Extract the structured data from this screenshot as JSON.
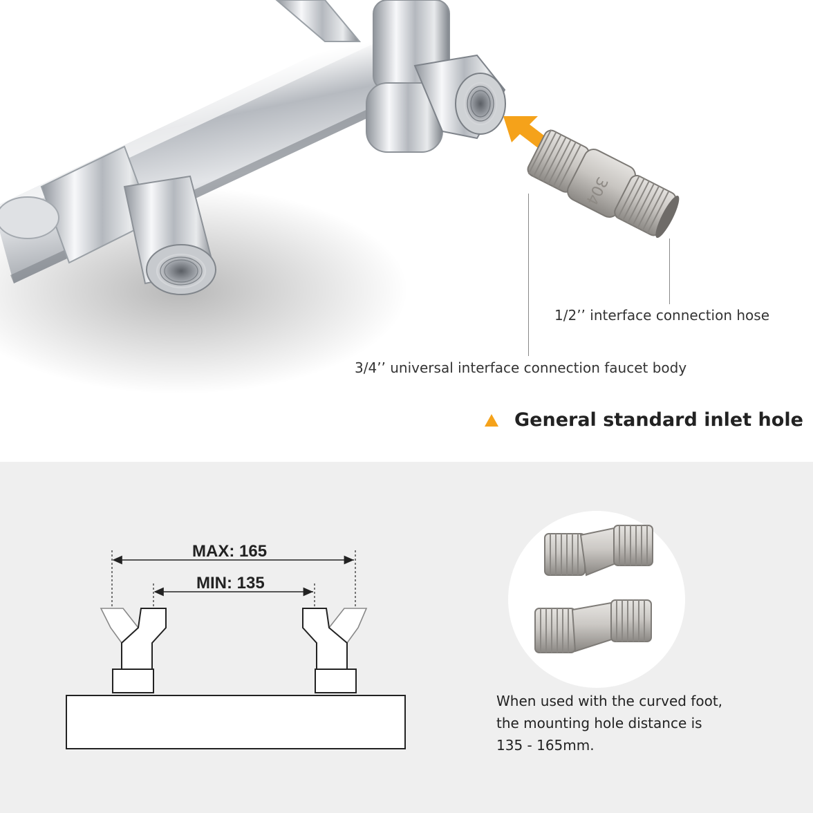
{
  "labels": {
    "hose": "1/2’’ interface connection hose",
    "faucet_body": "3/4’’ universal interface connection faucet body",
    "heading": "General standard inlet hole"
  },
  "diagram": {
    "max_label": "MAX: 165",
    "min_label": "MIN: 135"
  },
  "note": {
    "line1": "When used with the curved foot,",
    "line2": "the mounting hole distance is",
    "line3": "135 - 165mm."
  },
  "adapter_marking": "304",
  "colors": {
    "accent": "#f5a21a",
    "panel": "#efefef",
    "chrome": "#c9ccd0"
  }
}
